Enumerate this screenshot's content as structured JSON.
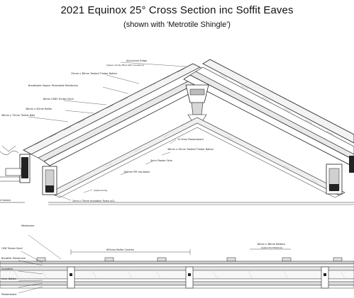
{
  "header": {
    "title": "2021 Equinox 25° Cross Section inc Soffit Eaves",
    "subtitle": "(shown with 'Metrotile Shingle')"
  },
  "section_labels": [
    "Aluminium Ridge",
    "(Upper Cavity filled with Insulation)",
    "25mm x 38mm Treated Timber Batten",
    "Breathable Vapour Permeable Membrane",
    "18mm OSB3 Timber Deck",
    "38mm x 50mm Rafter",
    "38mm x 75mm Timber Batt",
    "12.5mm Plasterboard",
    "38mm x 25mm Treated Timber Batten",
    "3mm Plaster Skim",
    "100mm PIR Insulation",
    "(Gable Ends)",
    "2mm x 75mm Insulation Foam (x2)",
    "4 Sealed"
  ],
  "plan_labels": [
    "600mm Rafter Centres",
    "18mm x 38mm Battens",
    "(Gable End Battens)",
    "Membrane",
    "OSB Timber Deck",
    "Breather Membrane",
    "Insulation",
    "Inner Batten",
    "Plasterboard"
  ]
}
